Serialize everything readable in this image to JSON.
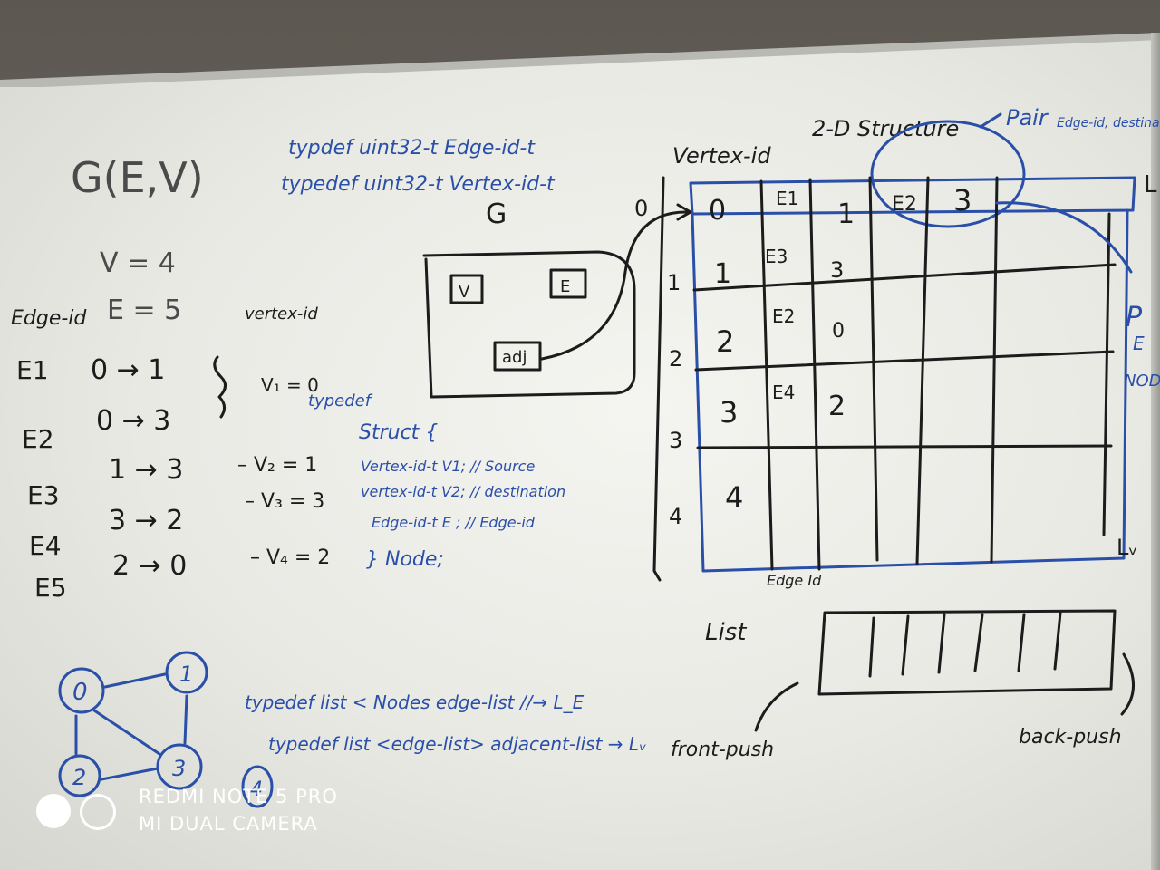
{
  "whiteboard": {
    "graph_title": "G(E,V)",
    "typedefs": {
      "line1": "typdef uint32-t Edge-id-t",
      "line2": "typedef uint32-t Vertex-id-t"
    },
    "v_count": "V = 4",
    "e_label": "Edge-id",
    "e_count": "E = 5",
    "vertex_id_label": "vertex-id",
    "edges": [
      {
        "id": "E1",
        "expr": "0 → 1"
      },
      {
        "id": "E2",
        "expr": "0 → 3"
      },
      {
        "id": "E3",
        "expr": "1 → 3"
      },
      {
        "id": "E4",
        "expr": "3 → 2"
      },
      {
        "id": "E5",
        "expr": "2 → 0"
      }
    ],
    "vertex_notes": [
      "V₁ = 0",
      "– V₂ = 1",
      "– V₃ = 3",
      "– V₄ = 2"
    ],
    "struct": {
      "typedef": "typedef",
      "open": "Struct {",
      "fields": [
        "Vertex-id-t  V1; // Source",
        "vertex-id-t  V2;  // destination",
        "Edge-id-t   E ; // Edge-id"
      ],
      "close": "} Node;"
    },
    "g_box": {
      "label": "G",
      "v": "V",
      "e": "E",
      "adj": "adj"
    },
    "matrix": {
      "vertex_header": "Vertex-id",
      "structure_header": "2-D Structure",
      "pair_label": "Pair",
      "pair_detail": "Edge-id, destination-ver",
      "side_numbers": [
        "0",
        "1",
        "2",
        "3",
        "4"
      ],
      "rows": [
        {
          "vertex": "0",
          "edge": "E1",
          "dest": "1",
          "edge2": "E2",
          "dest2": "3"
        },
        {
          "vertex": "1",
          "edge": "E3",
          "dest": "3"
        },
        {
          "vertex": "2",
          "edge": "E2",
          "dest": "0"
        },
        {
          "vertex": "3",
          "edge": "E4",
          "dest": "2"
        },
        {
          "vertex": "4",
          "edge": "",
          "dest": ""
        }
      ],
      "edge_id_caption": "Edge Id",
      "l_e_marker": "L",
      "l_v_marker": "Lᵥ",
      "right_label_p": "P",
      "right_label_e": "E",
      "right_label_node": "NOD"
    },
    "list_label": "List",
    "list_typedefs": [
      "typedef list < Nodes  edge-list  //→ L_E",
      "typedef  list <edge-list>  adjacent-list  → Lᵥ"
    ],
    "front_push": "front-push",
    "back_push": "back-push",
    "mini_graph": {
      "nodes": [
        "0",
        "1",
        "2",
        "3"
      ],
      "extra": "4"
    }
  },
  "watermark": {
    "line1": "REDMI NOTE 5 PRO",
    "line2": "MI DUAL CAMERA"
  },
  "colors": {
    "black_ink": "#1c1c1c",
    "blue_ink": "#2a4fa8",
    "board": "#f0f0ec"
  }
}
